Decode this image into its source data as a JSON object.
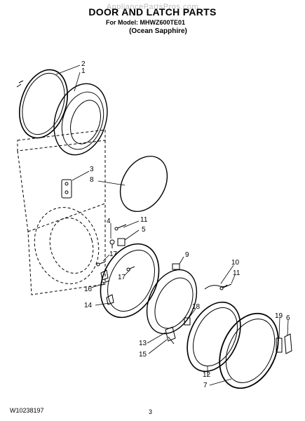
{
  "header": {
    "watermark": "AppliancePartsPros.com",
    "title": "DOOR AND LATCH PARTS",
    "model_line": "For Model: MHWZ600TE01",
    "variant": "(Ocean Sapphire)"
  },
  "callouts": [
    "2",
    "1",
    "3",
    "8",
    "4",
    "11",
    "5",
    "17",
    "9",
    "17",
    "10",
    "11",
    "16",
    "14",
    "18",
    "19",
    "6",
    "13",
    "15",
    "12",
    "7"
  ],
  "footer": {
    "doc_number": "W10238197",
    "page_number": "3"
  }
}
